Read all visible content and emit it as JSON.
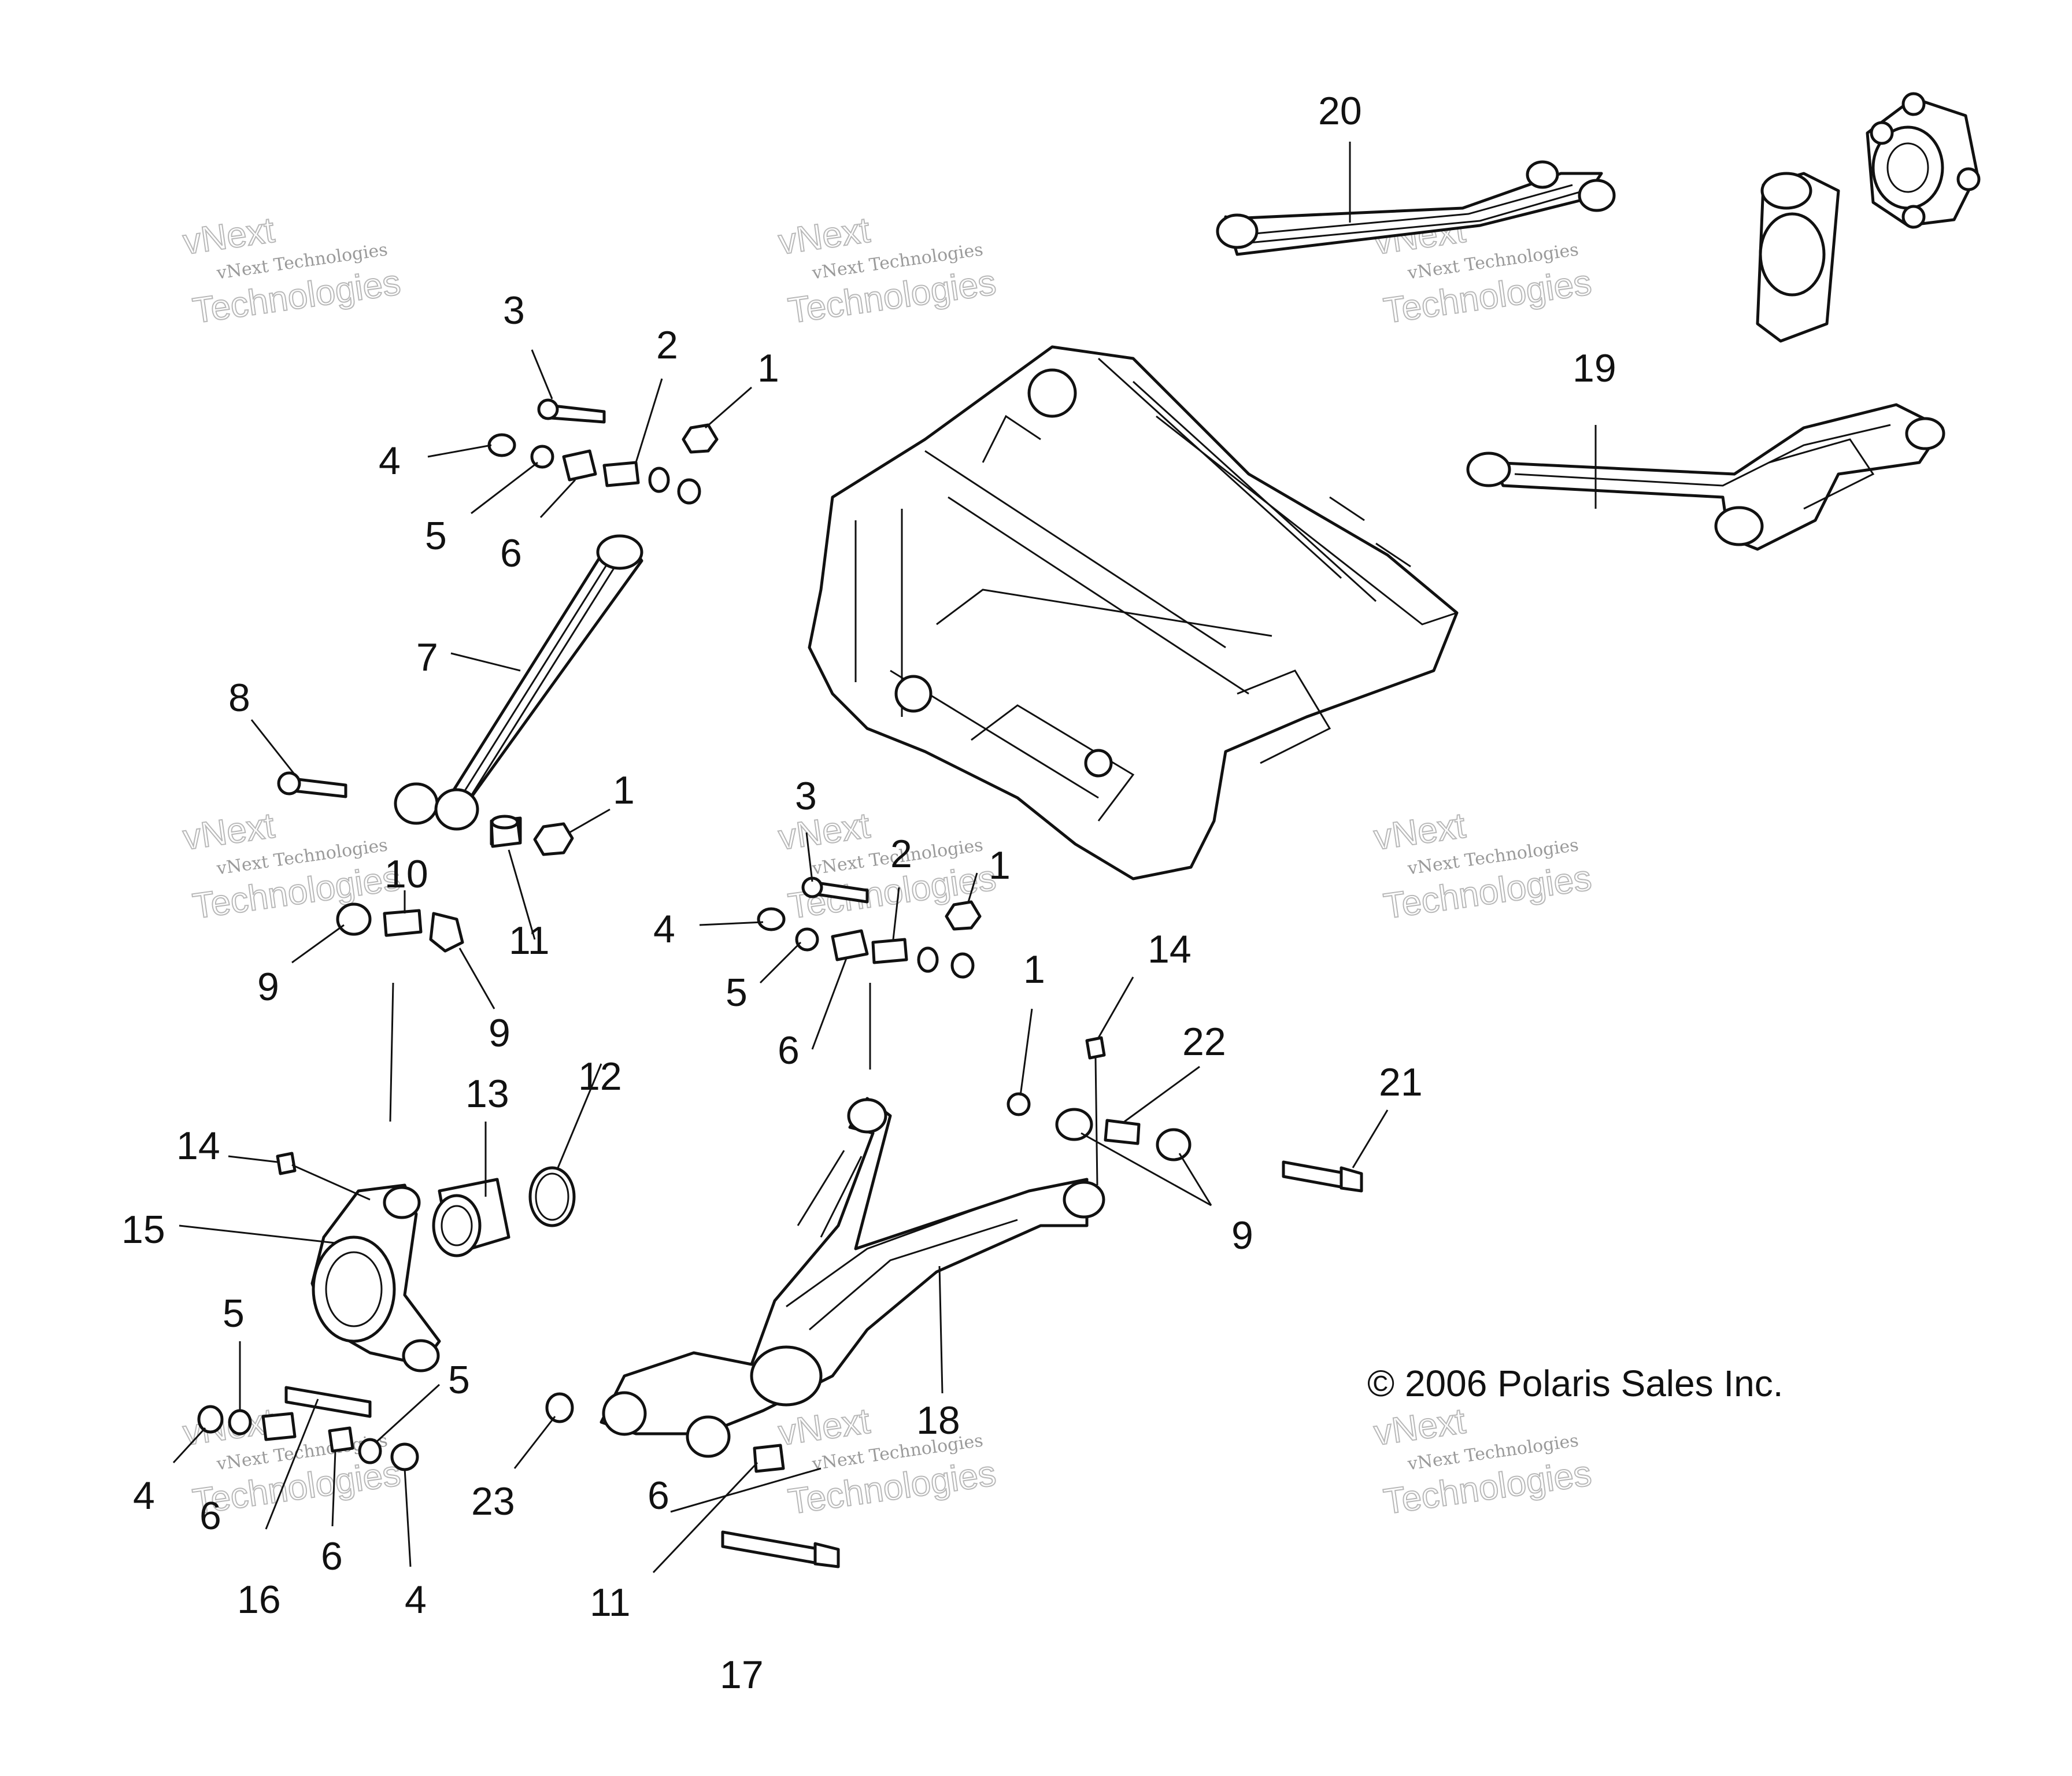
{
  "copyright": "© 2006 Polaris Sales Inc.",
  "watermark": {
    "line1": "vNext Technologies",
    "line2": "Technologies",
    "line2_ghost": "vNext"
  },
  "callouts": {
    "c1": "1",
    "c2": "1",
    "c3": "1",
    "c4": "1",
    "c5": "2",
    "c6": "2",
    "c7": "3",
    "c8": "3",
    "c9": "4",
    "c10": "4",
    "c11": "4",
    "c12": "4",
    "c13": "5",
    "c14": "5",
    "c15": "5",
    "c16": "5",
    "c17": "6",
    "c18": "6",
    "c19": "6",
    "c20": "6",
    "c21": "6",
    "c22": "7",
    "c23": "8",
    "c24": "9",
    "c25": "9",
    "c26": "9",
    "c27": "10",
    "c28": "11",
    "c29": "11",
    "c30": "12",
    "c31": "13",
    "c32": "14",
    "c33": "14",
    "c34": "15",
    "c35": "16",
    "c36": "17",
    "c37": "18",
    "c38": "19",
    "c39": "20",
    "c40": "21",
    "c41": "22",
    "c42": "23"
  }
}
